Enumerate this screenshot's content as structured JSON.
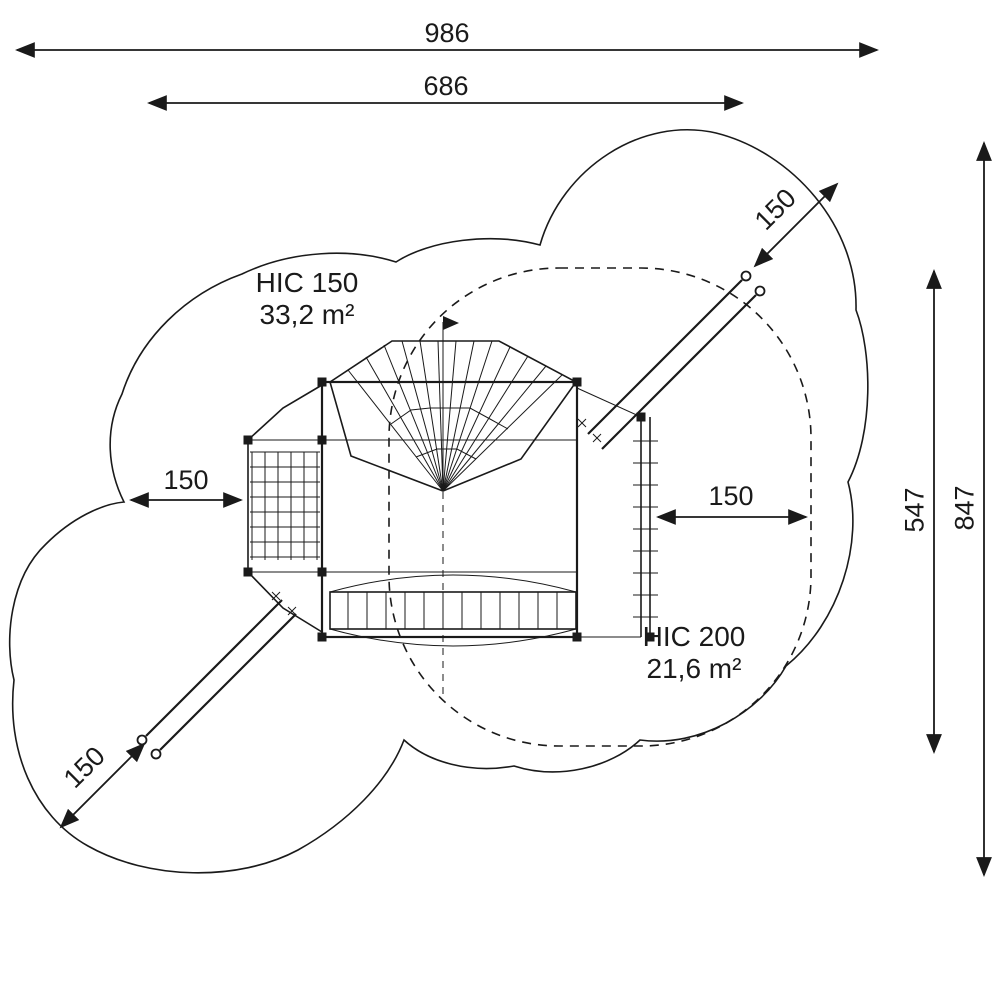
{
  "dimensions": {
    "overall_width": "986",
    "inner_width": "686",
    "overall_height": "847",
    "inner_height": "547",
    "clearance_left": "150",
    "clearance_right": "150",
    "clearance_upper_right": "150",
    "clearance_lower_left": "150"
  },
  "zones": {
    "hic150_title": "HIC 150",
    "hic150_area": "33,2 m²",
    "hic200_title": "HIC 200",
    "hic200_area": "21,6 m²"
  },
  "colors": {
    "line": "#1a1a1a",
    "background": "#ffffff"
  }
}
